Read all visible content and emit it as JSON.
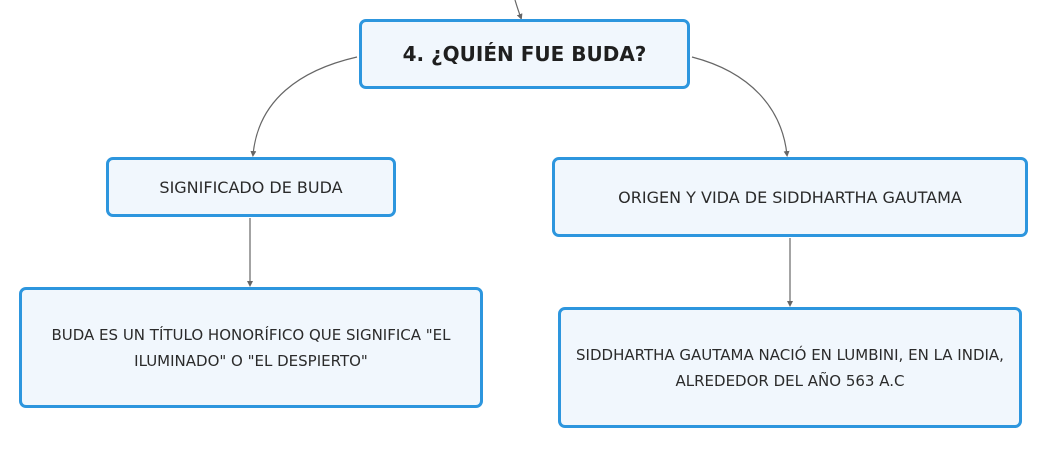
{
  "diagram": {
    "accent_color": "#2d96de",
    "node_fill": "#f1f7fd",
    "connector_color": "#666666",
    "root": {
      "label": "4. ¿QUIÉN FUE BUDA?"
    },
    "branches": [
      {
        "label": "SIGNIFICADO DE BUDA",
        "child": {
          "label": "BUDA ES UN TÍTULO HONORÍFICO QUE SIGNIFICA \"EL ILUMINADO\" O \"EL DESPIERTO\""
        }
      },
      {
        "label": "ORIGEN Y VIDA DE SIDDHARTHA GAUTAMA",
        "child": {
          "label": "SIDDHARTHA GAUTAMA NACIÓ EN LUMBINI, EN LA INDIA, ALREDEDOR DEL AÑO 563 A.C"
        }
      }
    ]
  }
}
